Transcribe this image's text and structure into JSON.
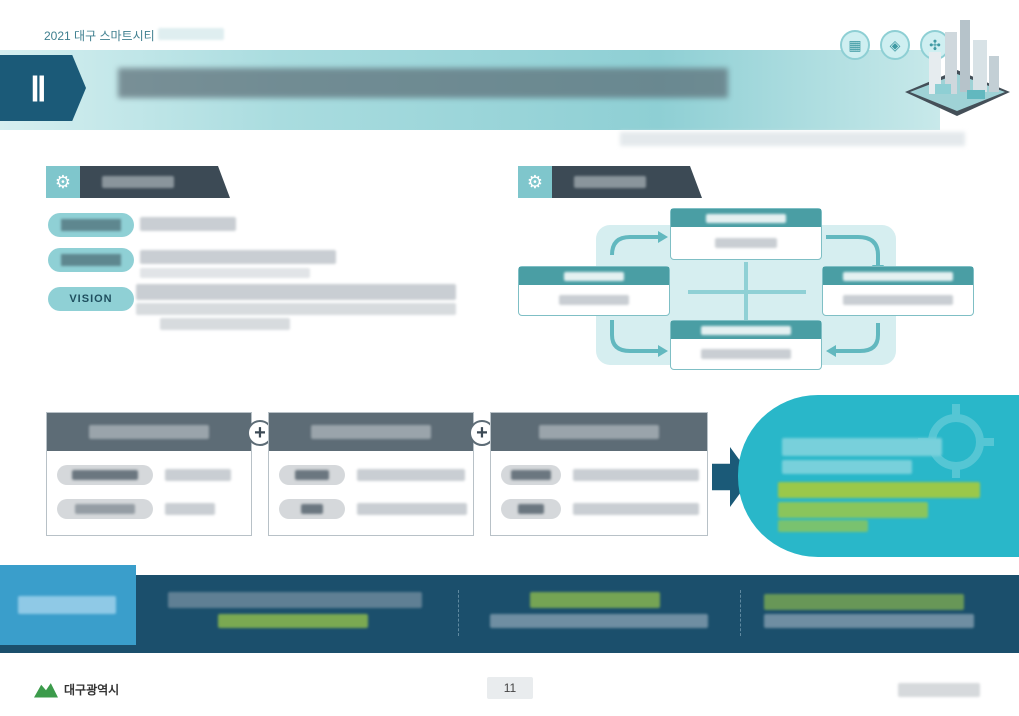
{
  "header": {
    "year_note": "2021 대구 스마트시티",
    "section_numeral": "Ⅱ"
  },
  "left_list": {
    "items": [
      {
        "pill": "",
        "value": ""
      },
      {
        "pill": "",
        "value": ""
      },
      {
        "pill": "VISION",
        "value": ""
      }
    ]
  },
  "footer": {
    "org_name": "대구광역시",
    "page_number": "11"
  },
  "colors": {
    "teal": "#8ecfd4",
    "navy": "#1b5a78",
    "dark_slate": "#3c4a55",
    "cyan_result": "#29b7c9",
    "bottom_band": "#1b4f6c",
    "accent_green": "#9bc84a"
  }
}
